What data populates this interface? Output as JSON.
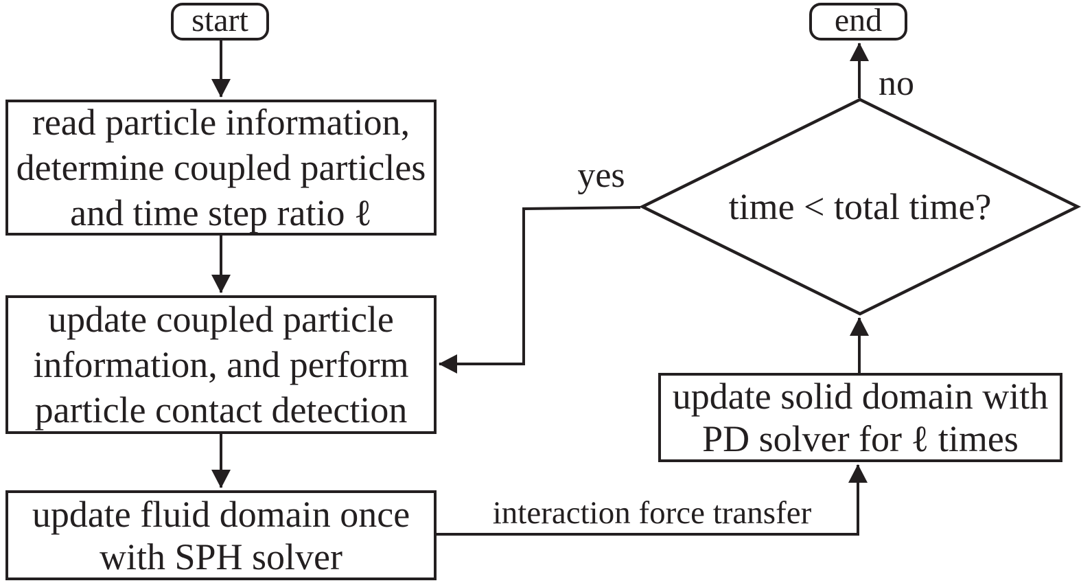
{
  "diagram": {
    "type": "flowchart",
    "colors": {
      "ink": "#231f20",
      "background": "#ffffff"
    },
    "nodes": {
      "start": {
        "shape": "rounded-terminal",
        "label": "start"
      },
      "read_particles": {
        "shape": "rect-process",
        "lines": [
          "read particle information,",
          "determine coupled particles",
          "and time step ratio ℓ"
        ]
      },
      "update_coupled": {
        "shape": "rect-process",
        "lines": [
          "update coupled particle",
          "information, and perform",
          "particle contact detection"
        ]
      },
      "update_fluid": {
        "shape": "rect-process",
        "lines": [
          "update fluid domain once",
          "with SPH solver"
        ]
      },
      "update_solid": {
        "shape": "rect-process",
        "lines": [
          "update solid domain with",
          "PD solver for ℓ times"
        ]
      },
      "time_check": {
        "shape": "diamond-decision",
        "label": "time < total time?"
      },
      "end": {
        "shape": "rounded-terminal",
        "label": "end"
      }
    },
    "edges": [
      {
        "from": "start",
        "to": "read_particles",
        "label": ""
      },
      {
        "from": "read_particles",
        "to": "update_coupled",
        "label": ""
      },
      {
        "from": "update_coupled",
        "to": "update_fluid",
        "label": ""
      },
      {
        "from": "update_fluid",
        "to": "update_solid",
        "label": "interaction force transfer"
      },
      {
        "from": "update_solid",
        "to": "time_check",
        "label": ""
      },
      {
        "from": "time_check",
        "to": "update_coupled",
        "label": "yes"
      },
      {
        "from": "time_check",
        "to": "end",
        "label": "no"
      }
    ]
  }
}
